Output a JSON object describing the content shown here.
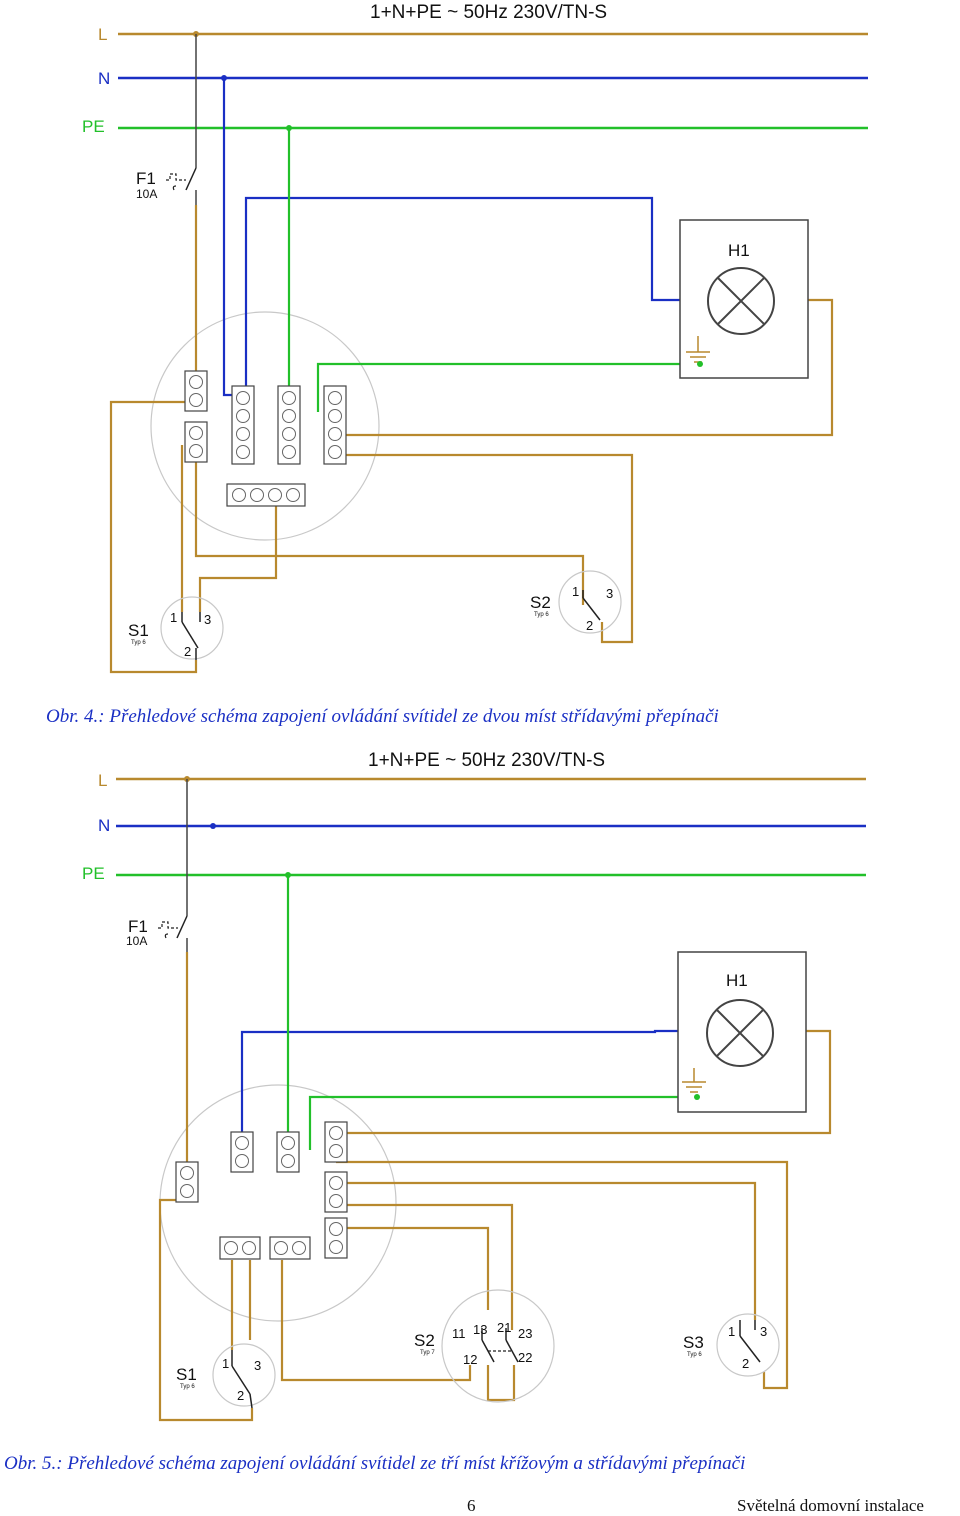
{
  "diagram1": {
    "supply": "1+N+PE  ~ 50Hz  230V/TN-S",
    "line_l": "L",
    "line_n": "N",
    "line_pe": "PE",
    "breaker": "F1",
    "breaker_rating": "10A",
    "lamp": "H1",
    "switch1": "S1",
    "switch1_type": "Typ 6",
    "switch2": "S2",
    "switch2_type": "Typ 6",
    "pin1": "1",
    "pin2": "2",
    "pin3": "3",
    "caption": "Obr. 4.: Přehledové schéma zapojení ovládání svítidel ze dvou míst střídavými přepínači"
  },
  "diagram2": {
    "supply": "1+N+PE  ~ 50Hz  230V/TN-S",
    "line_l": "L",
    "line_n": "N",
    "line_pe": "PE",
    "breaker": "F1",
    "breaker_rating": "10A",
    "lamp": "H1",
    "switch1": "S1",
    "switch1_type": "Typ 6",
    "switch2": "S2",
    "switch2_type": "Typ 7",
    "switch3": "S3",
    "switch3_type": "Typ 6",
    "pin1": "1",
    "pin2": "2",
    "pin3": "3",
    "pin11": "11",
    "pin12": "12",
    "pin13": "13",
    "pin21": "21",
    "pin22": "22",
    "pin23": "23",
    "caption": "Obr. 5.: Přehledové schéma zapojení ovládání svítidel ze tří míst křížovým a střídavými přepínači"
  },
  "footer": {
    "page_number": "6",
    "title": "Světelná domovní instalace"
  },
  "colors": {
    "phase": "#b8892e",
    "neutral": "#1a2fc4",
    "protective": "#22c02a",
    "outline": "#444444"
  }
}
